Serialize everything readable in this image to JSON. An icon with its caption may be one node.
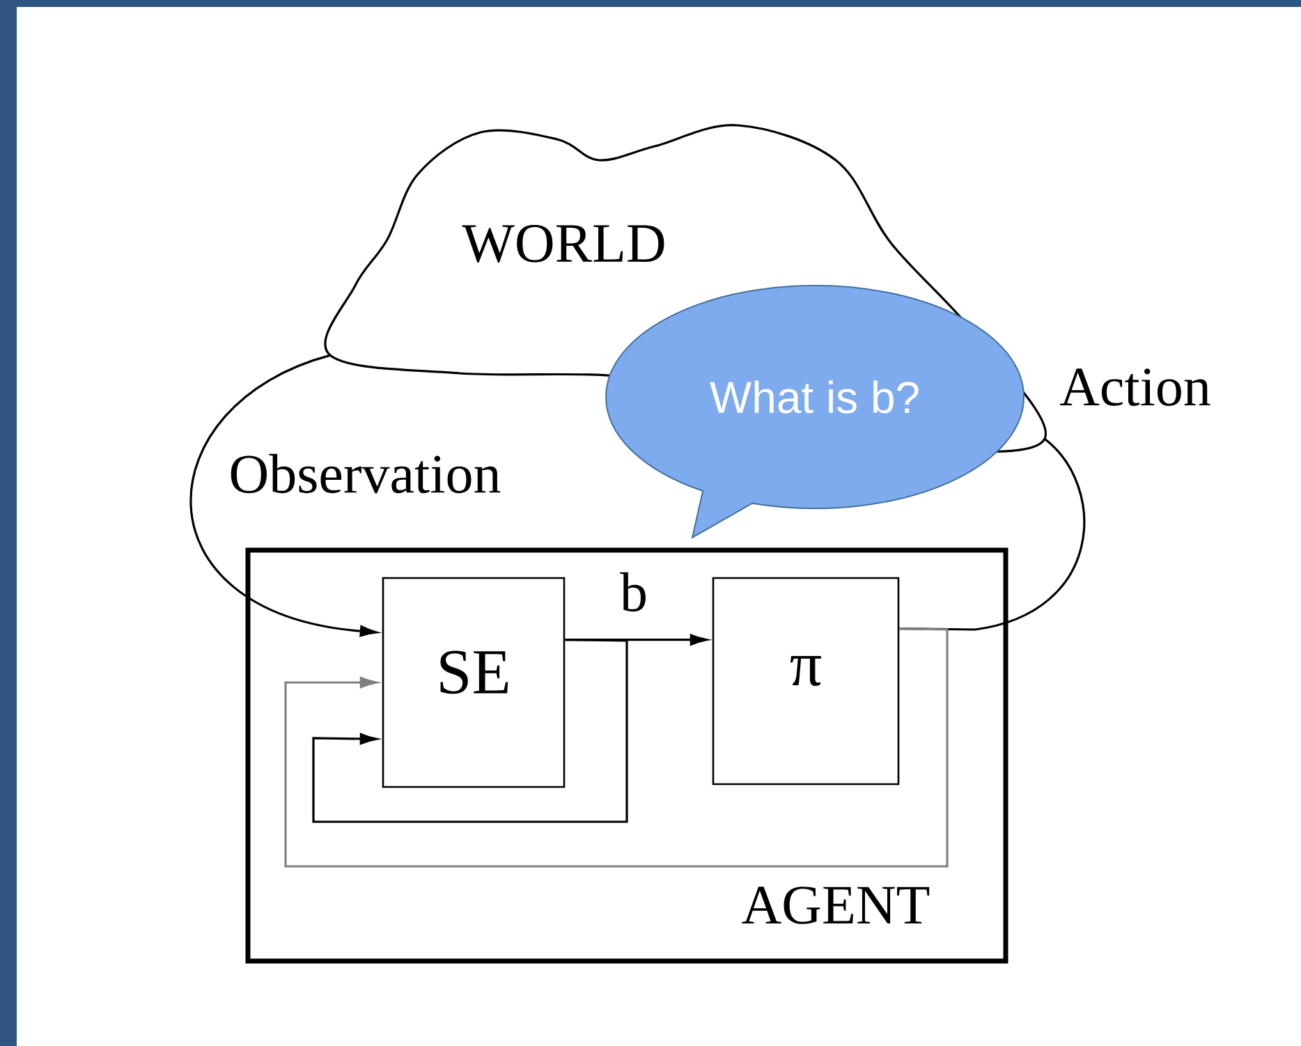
{
  "diagram": {
    "nodes": [
      {
        "text": [
          "WORLD"
        ]
      },
      {
        "text": [
          "AGENT"
        ]
      },
      {
        "text": [
          "SE"
        ],
        "in": 1
      },
      {
        "text": [
          "π"
        ],
        "in": 1
      },
      {
        "text": [
          "What is b?"
        ]
      }
    ],
    "edges": [
      {
        "from": 0,
        "to": 2,
        "arrow": "to",
        "label": "Observation"
      },
      {
        "from": 2,
        "to": 3,
        "arrow": "to",
        "label": "b"
      },
      {
        "from": 3,
        "to": 0,
        "arrow": "none",
        "label": "Action"
      },
      {
        "from": 2,
        "to": 2,
        "arrow": "to"
      },
      {
        "from": 3,
        "to": 2,
        "arrow": "to",
        "color": "#808080"
      }
    ]
  }
}
